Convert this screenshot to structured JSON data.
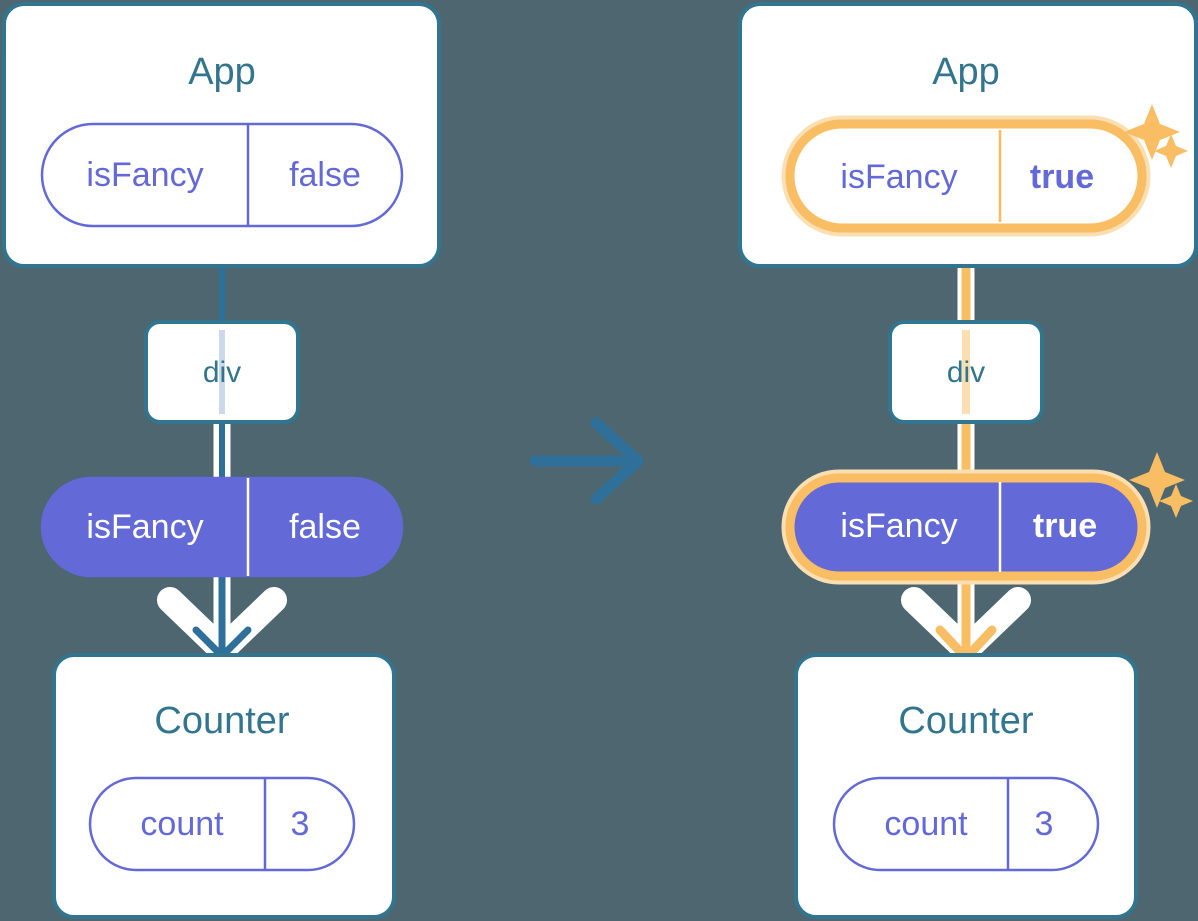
{
  "diagram": {
    "type": "react-state-propagation",
    "background_color": "#4d666f",
    "accent_blue": "#32758f",
    "accent_purple": "#6469d8",
    "accent_orange": "#f9bd63",
    "accent_orange_pale": "#fbdfb2",
    "transition_arrow_icon": "right-arrow-icon"
  },
  "left": {
    "app": {
      "title": "App",
      "state_pill": {
        "name": "isFancy",
        "value": "false",
        "style": "outline",
        "highlighted": false
      }
    },
    "div": {
      "label": "div"
    },
    "prop_pill": {
      "name": "isFancy",
      "value": "false",
      "style": "filled",
      "highlighted": false
    },
    "counter": {
      "title": "Counter",
      "state_pill": {
        "name": "count",
        "value": "3",
        "style": "outline",
        "highlighted": false
      }
    }
  },
  "right": {
    "app": {
      "title": "App",
      "state_pill": {
        "name": "isFancy",
        "value": "true",
        "style": "outline",
        "highlighted": true,
        "value_bold": true
      }
    },
    "div": {
      "label": "div"
    },
    "prop_pill": {
      "name": "isFancy",
      "value": "true",
      "style": "filled",
      "highlighted": true,
      "value_bold": true
    },
    "counter": {
      "title": "Counter",
      "state_pill": {
        "name": "count",
        "value": "3",
        "style": "outline",
        "highlighted": false
      }
    },
    "sparkles": [
      {
        "name": "sparkle-app-large"
      },
      {
        "name": "sparkle-app-small"
      },
      {
        "name": "sparkle-prop-large"
      },
      {
        "name": "sparkle-prop-small"
      }
    ]
  }
}
